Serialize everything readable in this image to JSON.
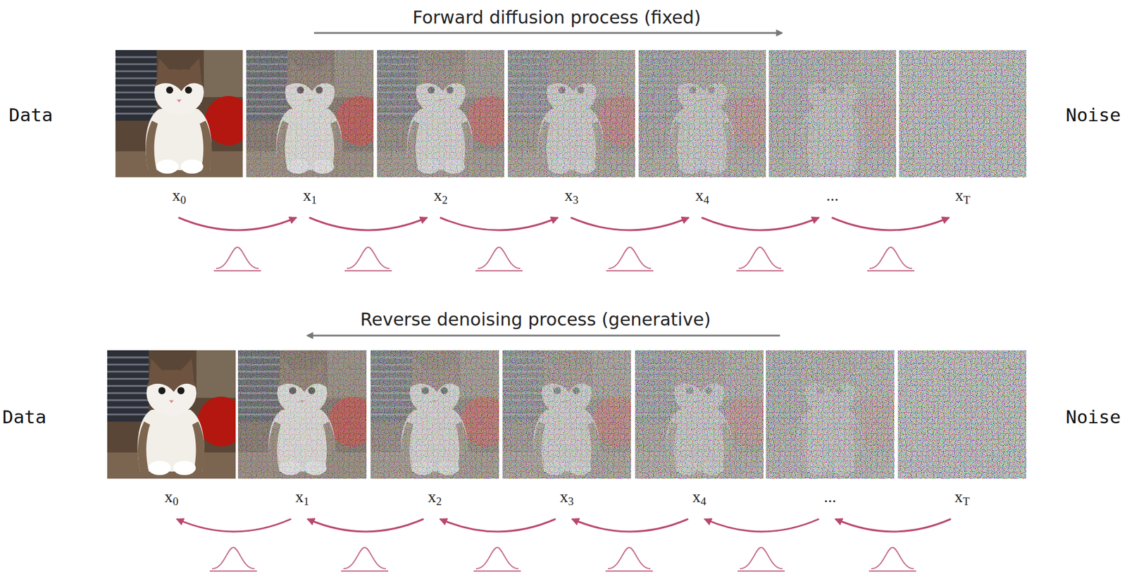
{
  "diagram": {
    "nodes": [
      {
        "text": [
          "x0"
        ]
      },
      {
        "text": [
          "x1"
        ]
      },
      {
        "text": [
          "x2"
        ]
      },
      {
        "text": [
          "x3"
        ]
      },
      {
        "text": [
          "x4"
        ]
      },
      {
        "text": [
          "..."
        ]
      },
      {
        "text": [
          "xT"
        ]
      },
      {
        "text": [
          "x0"
        ]
      },
      {
        "text": [
          "x1"
        ]
      },
      {
        "text": [
          "x2"
        ]
      },
      {
        "text": [
          "x3"
        ]
      },
      {
        "text": [
          "x4"
        ]
      },
      {
        "text": [
          "..."
        ]
      },
      {
        "text": [
          "xT"
        ]
      }
    ],
    "edges": [
      {
        "from": 0,
        "to": 1,
        "arrow": "to"
      },
      {
        "from": 1,
        "to": 2,
        "arrow": "to"
      },
      {
        "from": 2,
        "to": 3,
        "arrow": "to"
      },
      {
        "from": 3,
        "to": 4,
        "arrow": "to"
      },
      {
        "from": 4,
        "to": 5,
        "arrow": "to"
      },
      {
        "from": 5,
        "to": 6,
        "arrow": "to"
      },
      {
        "from": 8,
        "to": 7,
        "arrow": "to"
      },
      {
        "from": 9,
        "to": 8,
        "arrow": "to"
      },
      {
        "from": 10,
        "to": 9,
        "arrow": "to"
      },
      {
        "from": 11,
        "to": 10,
        "arrow": "to"
      },
      {
        "from": 12,
        "to": 11,
        "arrow": "to"
      },
      {
        "from": 13,
        "to": 12,
        "arrow": "to"
      }
    ],
    "labels": [
      "Forward diffusion process (fixed)",
      "Data",
      "Noise",
      "Reverse denoising process (generative)",
      "Data",
      "Noise"
    ]
  }
}
